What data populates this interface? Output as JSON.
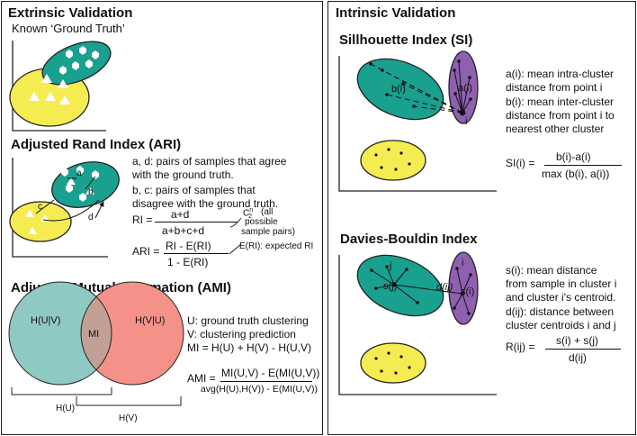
{
  "extrinsic": {
    "title": "Extrinsic Validation",
    "subtitle": "Known ‘Ground Truth’"
  },
  "ari": {
    "title": "Adjusted Rand Index (ARI)",
    "desc_ad_1": "a, d: pairs of samples that agree",
    "desc_ad_2": "with the ground truth.",
    "desc_bc_1": "b, c: pairs of samples that",
    "desc_bc_2": "disagree with the ground truth.",
    "ri_lhs": "RI =",
    "ri_num": "a+d",
    "ri_den": "a+b+c+d",
    "cn2_symbol": "C",
    "cn2_sup": "n",
    "cn2_sub": "2",
    "cn2_note_1": "(all",
    "cn2_note_2": "possible",
    "cn2_note_3": "sample pairs)",
    "ari_lhs": "ARI =",
    "ari_num": "RI - E(RI)",
    "ari_den": "1 - E(RI)",
    "eri_note": "E(RI): expected RI",
    "label_a": "a",
    "label_b": "b",
    "label_c": "c",
    "label_d": "d"
  },
  "ami": {
    "title": "Adjusted Mutual Information (AMI)",
    "u_def": "U: ground truth clustering",
    "v_def": "V: clustering prediction",
    "mi_formula": "MI = H(U) + H(V) - H(U,V)",
    "ami_lhs": "AMI =",
    "ami_num": "MI(U,V) - E(MI(U,V))",
    "ami_den": "avg(H(U),H(V)) - E(MI(U,V))",
    "venn_left": "H(U|V)",
    "venn_mid": "MI",
    "venn_right": "H(V|U)",
    "brace_u": "H(U)",
    "brace_v": "H(V)"
  },
  "intrinsic": {
    "title": "Intrinsic Validation"
  },
  "si": {
    "title": "Sillhouette Index (SI)",
    "a_def_1": "a(i): mean intra-cluster",
    "a_def_2": "distance from point i",
    "b_def_1": "b(i): mean inter-cluster",
    "b_def_2": "distance from point i to",
    "b_def_3": "nearest other cluster",
    "si_lhs": "SI(i) =",
    "si_num": "b(i)-a(i)",
    "si_den": "max (b(i), a(i))",
    "label_bi": "b(i)",
    "label_ai": "a(i)",
    "label_i": "i"
  },
  "db": {
    "title": "Davies-Bouldin Index",
    "s_def_1": "s(i): mean distance",
    "s_def_2": "from sample in cluster i",
    "s_def_3": "and cluster i's centroid.",
    "d_def_1": "d(ij): distance between",
    "d_def_2": "cluster centroids i and j",
    "r_lhs": "R(ij) =",
    "r_num": "s(i) + s(j)",
    "r_den": "d(ij)",
    "label_j": "j",
    "label_sj": "s(j)",
    "label_dij": "d(ij)",
    "label_i": "i",
    "label_si": "s(i)"
  },
  "colors": {
    "teal": "#1aa08e",
    "yellow": "#f5ec52",
    "purple": "#8f5fb0",
    "venn_teal": "#8fc9c3",
    "venn_salmon": "#f4928a",
    "venn_overlap": "#c3a095",
    "outline": "#222222"
  }
}
